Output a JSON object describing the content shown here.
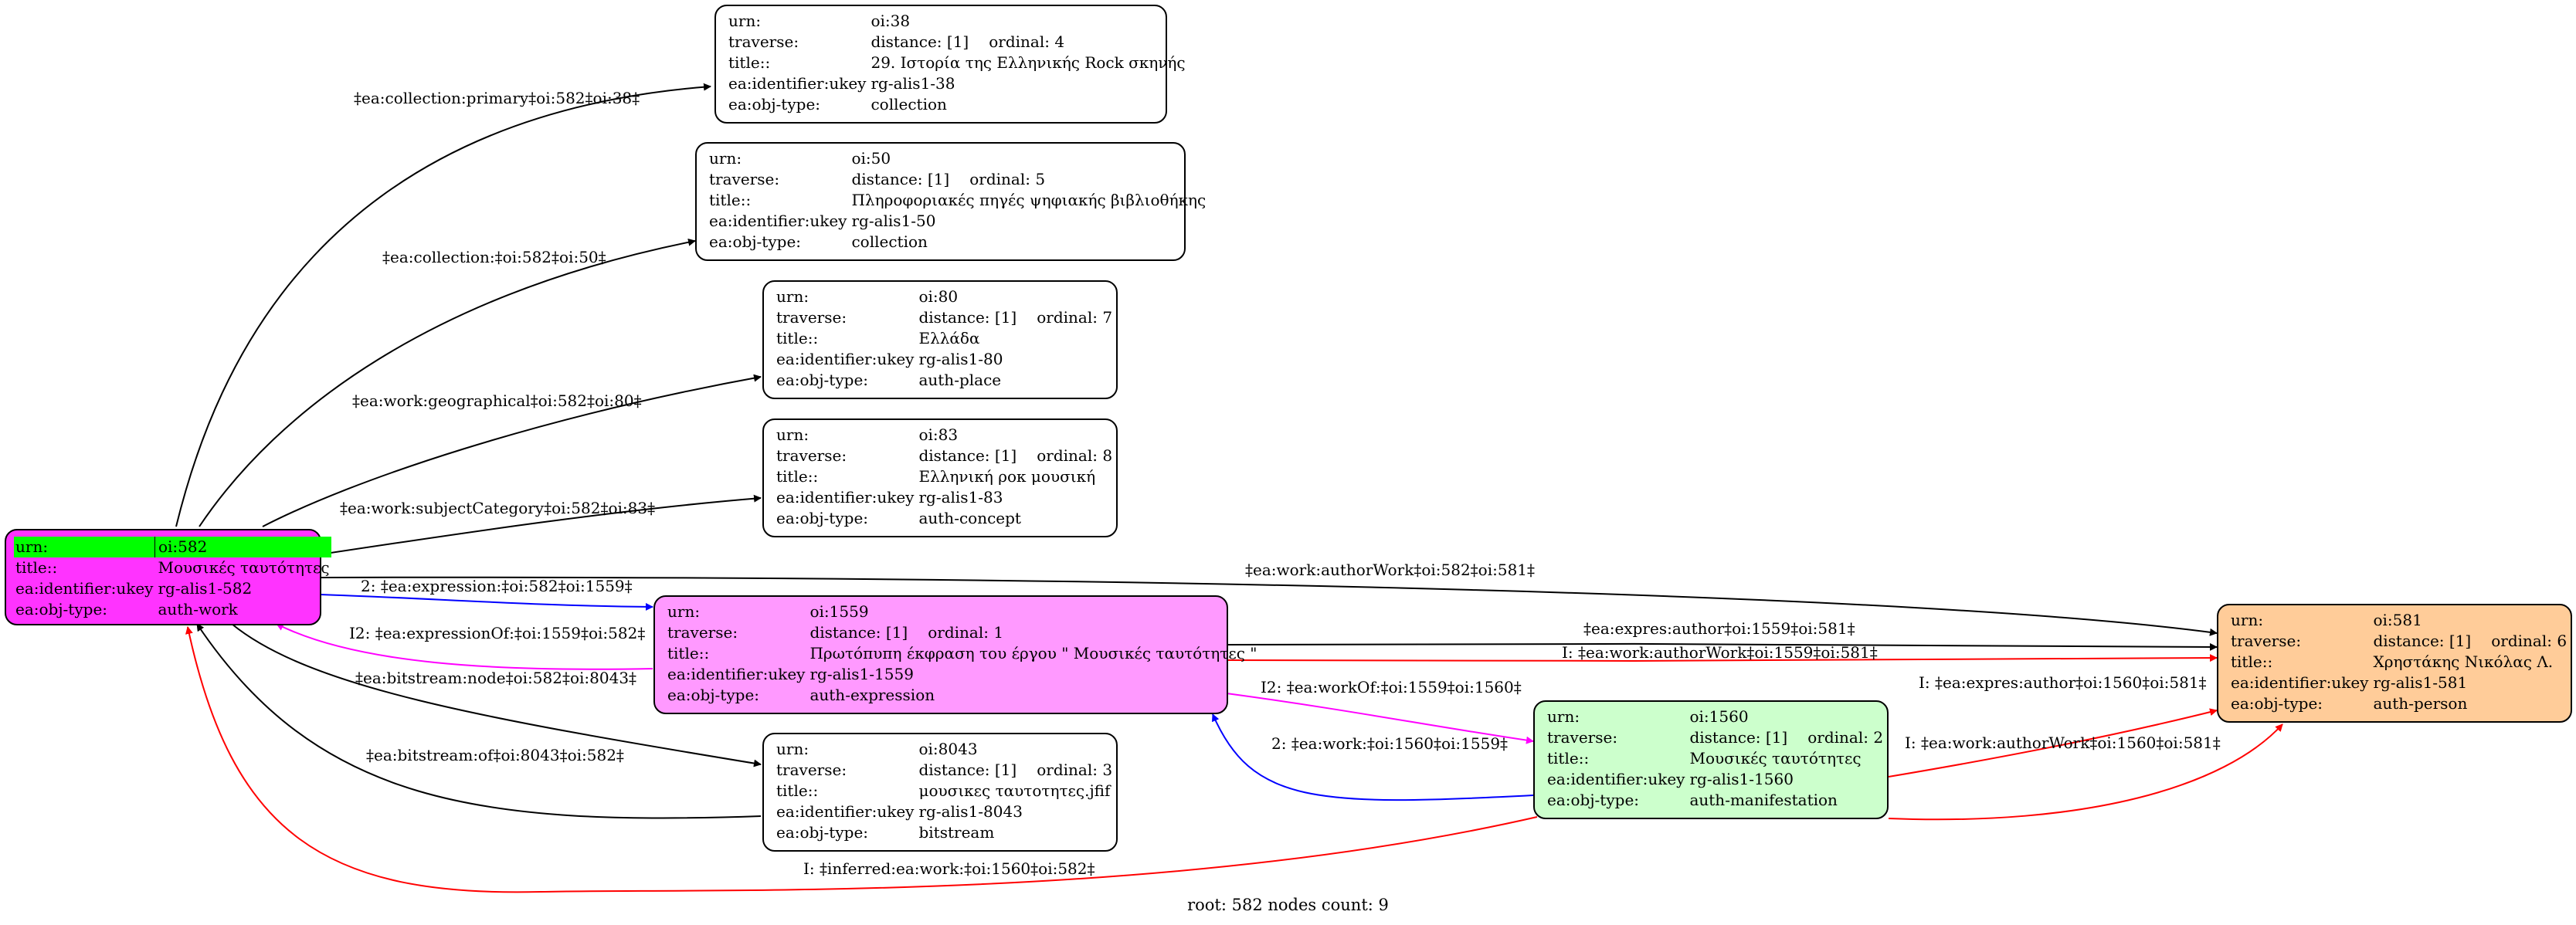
{
  "colors": {
    "root": "#ff33ff",
    "expression": "#ff99ff",
    "manifestation": "#ccffcc",
    "person": "#ffcc99",
    "plain": "#ffffff",
    "highlight": "#00ff00",
    "edge_black": "#000000",
    "edge_blue": "#0000ff",
    "edge_magenta": "#ff00ff",
    "edge_red": "#ff0000"
  },
  "nodes": {
    "n38": {
      "urn": "oi:38",
      "traverse": "distance: [1]",
      "ordinal": "ordinal: 4",
      "title": "29. Ιστορία της Ελληνικής Rock σκηνής",
      "ukey": "rg-alis1-38",
      "objtype": "collection"
    },
    "n50": {
      "urn": "oi:50",
      "traverse": "distance: [1]",
      "ordinal": "ordinal: 5",
      "title": "Πληροφοριακές πηγές ψηφιακής βιβλιοθήκης",
      "ukey": "rg-alis1-50",
      "objtype": "collection"
    },
    "n80": {
      "urn": "oi:80",
      "traverse": "distance: [1]",
      "ordinal": "ordinal: 7",
      "title": "Ελλάδα",
      "ukey": "rg-alis1-80",
      "objtype": "auth-place"
    },
    "n83": {
      "urn": "oi:83",
      "traverse": "distance: [1]",
      "ordinal": "ordinal: 8",
      "title": "Ελληνική ροκ μουσική",
      "ukey": "rg-alis1-83",
      "objtype": "auth-concept"
    },
    "n582": {
      "urn": "oi:582",
      "title": "Μουσικές ταυτότητες",
      "ukey": "rg-alis1-582",
      "objtype": "auth-work"
    },
    "n1559": {
      "urn": "oi:1559",
      "traverse": "distance: [1]",
      "ordinal": "ordinal: 1",
      "title": "Πρωτόπυπη έκφραση του έργου \" Μουσικές ταυτότητες \"",
      "ukey": "rg-alis1-1559",
      "objtype": "auth-expression"
    },
    "n8043": {
      "urn": "oi:8043",
      "traverse": "distance: [1]",
      "ordinal": "ordinal: 3",
      "title": "μουσικες ταυτοτητες.jfif",
      "ukey": "rg-alis1-8043",
      "objtype": "bitstream"
    },
    "n1560": {
      "urn": "oi:1560",
      "traverse": "distance: [1]",
      "ordinal": "ordinal: 2",
      "title": "Μουσικές ταυτότητες",
      "ukey": "rg-alis1-1560",
      "objtype": "auth-manifestation"
    },
    "n581": {
      "urn": "oi:581",
      "traverse": "distance: [1]",
      "ordinal": "ordinal: 6",
      "title": "Χρηστάκης Νικόλας Λ.",
      "ukey": "rg-alis1-581",
      "objtype": "auth-person"
    }
  },
  "labels": {
    "urn": "urn:",
    "traverse": "traverse:",
    "title": "title::",
    "ukey": "ea:identifier:ukey",
    "objtype": "ea:obj-type:"
  },
  "edges": [
    {
      "id": "e1",
      "label": "‡ea:collection:primary‡oi:582‡oi:38‡"
    },
    {
      "id": "e2",
      "label": "‡ea:collection:‡oi:582‡oi:50‡"
    },
    {
      "id": "e3",
      "label": "‡ea:work:geographical‡oi:582‡oi:80‡"
    },
    {
      "id": "e4",
      "label": "‡ea:work:subjectCategory‡oi:582‡oi:83‡"
    },
    {
      "id": "e5",
      "label": "‡ea:work:authorWork‡oi:582‡oi:581‡"
    },
    {
      "id": "e6",
      "label": "2: ‡ea:expression:‡oi:582‡oi:1559‡"
    },
    {
      "id": "e7",
      "label": "I2: ‡ea:expressionOf:‡oi:1559‡oi:582‡"
    },
    {
      "id": "e8",
      "label": "‡ea:bitstream:node‡oi:582‡oi:8043‡"
    },
    {
      "id": "e9",
      "label": "‡ea:bitstream:of‡oi:8043‡oi:582‡"
    },
    {
      "id": "e10",
      "label": "‡ea:expres:author‡oi:1559‡oi:581‡"
    },
    {
      "id": "e11",
      "label": "I: ‡ea:work:authorWork‡oi:1559‡oi:581‡"
    },
    {
      "id": "e12",
      "label": "I2: ‡ea:workOf:‡oi:1559‡oi:1560‡"
    },
    {
      "id": "e13",
      "label": "2: ‡ea:work:‡oi:1560‡oi:1559‡"
    },
    {
      "id": "e14",
      "label": "I: ‡ea:expres:author‡oi:1560‡oi:581‡"
    },
    {
      "id": "e15",
      "label": "I: ‡ea:work:authorWork‡oi:1560‡oi:581‡"
    },
    {
      "id": "e16",
      "label": "I: ‡inferred:ea:work:‡oi:1560‡oi:582‡"
    }
  ],
  "footer": "root: 582 nodes count: 9"
}
